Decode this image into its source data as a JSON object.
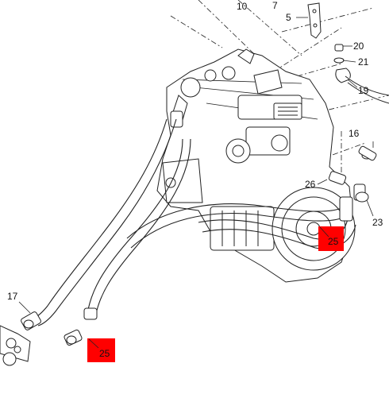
{
  "diagram": {
    "callouts": [
      {
        "id": "c10",
        "label": "10"
      },
      {
        "id": "c7",
        "label": "7"
      },
      {
        "id": "c5",
        "label": "5"
      },
      {
        "id": "c20",
        "label": "20"
      },
      {
        "id": "c21",
        "label": "21"
      },
      {
        "id": "c19",
        "label": "19"
      },
      {
        "id": "c16",
        "label": "16"
      },
      {
        "id": "c26",
        "label": "26"
      },
      {
        "id": "c23",
        "label": "23"
      },
      {
        "id": "c17",
        "label": "17"
      }
    ],
    "hotspots": [
      {
        "id": "h25a",
        "label": "25"
      },
      {
        "id": "h25b",
        "label": "25"
      }
    ],
    "colors": {
      "line": "#222222",
      "hotspot": "#ff0000",
      "background": "#ffffff"
    }
  }
}
